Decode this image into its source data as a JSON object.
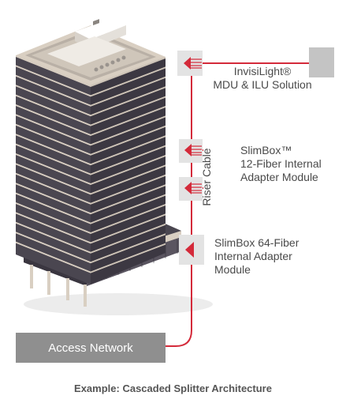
{
  "labels": {
    "invisilight_line1": "InvisiLight®",
    "invisilight_line2": "MDU & ILU Solution",
    "slimbox12_line1": "SlimBox™",
    "slimbox12_line2": "12-Fiber Internal",
    "slimbox12_line3": "Adapter Module",
    "slimbox64_line1": "SlimBox 64-Fiber",
    "slimbox64_line2": "Internal Adapter",
    "slimbox64_line3": "Module",
    "riser_cable": "Riser Cable",
    "access_network": "Access Network"
  },
  "caption": "Example: Cascaded Splitter Architecture",
  "colors": {
    "cable": "#d42a3a",
    "module_panel": "#e3e3e3",
    "access_box": "#8f8f8f",
    "building_face": "#4a4650",
    "building_trim": "#d9cfc2",
    "text": "#4a4a4a"
  }
}
